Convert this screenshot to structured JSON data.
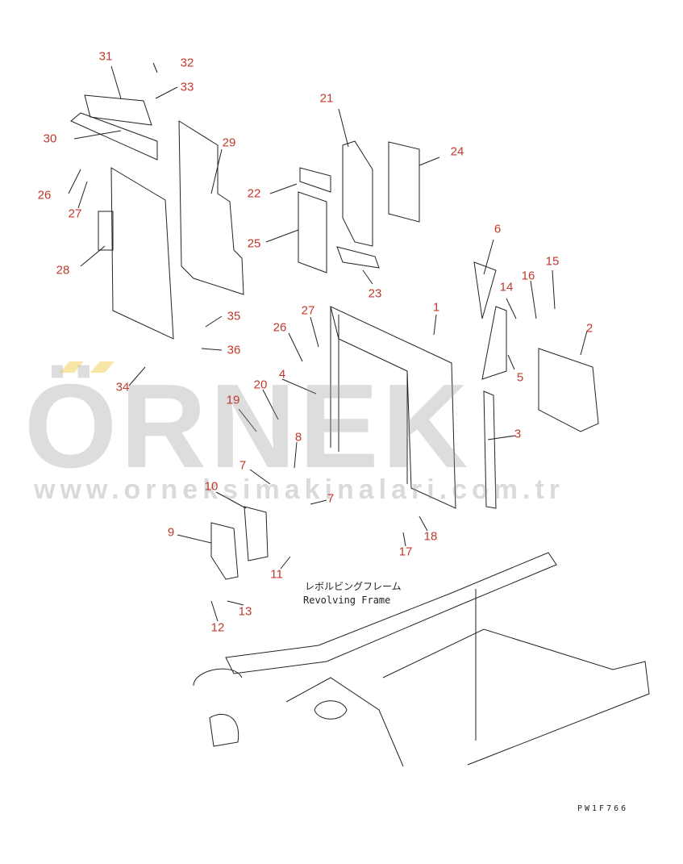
{
  "part_labels": [
    {
      "id": "label-31",
      "text": "31"
    },
    {
      "id": "label-32",
      "text": "32"
    },
    {
      "id": "label-33",
      "text": "33"
    },
    {
      "id": "label-30",
      "text": "30"
    },
    {
      "id": "label-29",
      "text": "29"
    },
    {
      "id": "label-26a",
      "text": "26"
    },
    {
      "id": "label-27a",
      "text": "27"
    },
    {
      "id": "label-28",
      "text": "28"
    },
    {
      "id": "label-35",
      "text": "35"
    },
    {
      "id": "label-36",
      "text": "36"
    },
    {
      "id": "label-34",
      "text": "34"
    },
    {
      "id": "label-21",
      "text": "21"
    },
    {
      "id": "label-24",
      "text": "24"
    },
    {
      "id": "label-22",
      "text": "22"
    },
    {
      "id": "label-25",
      "text": "25"
    },
    {
      "id": "label-23",
      "text": "23"
    },
    {
      "id": "label-6",
      "text": "6"
    },
    {
      "id": "label-15",
      "text": "15"
    },
    {
      "id": "label-16",
      "text": "16"
    },
    {
      "id": "label-14",
      "text": "14"
    },
    {
      "id": "label-1",
      "text": "1"
    },
    {
      "id": "label-27b",
      "text": "27"
    },
    {
      "id": "label-26b",
      "text": "26"
    },
    {
      "id": "label-2",
      "text": "2"
    },
    {
      "id": "label-5",
      "text": "5"
    },
    {
      "id": "label-4",
      "text": "4"
    },
    {
      "id": "label-20",
      "text": "20"
    },
    {
      "id": "label-19",
      "text": "19"
    },
    {
      "id": "label-8",
      "text": "8"
    },
    {
      "id": "label-3",
      "text": "3"
    },
    {
      "id": "label-7a",
      "text": "7"
    },
    {
      "id": "label-7b",
      "text": "7"
    },
    {
      "id": "label-10",
      "text": "10"
    },
    {
      "id": "label-9",
      "text": "9"
    },
    {
      "id": "label-11",
      "text": "11"
    },
    {
      "id": "label-17",
      "text": "17"
    },
    {
      "id": "label-18",
      "text": "18"
    },
    {
      "id": "label-13",
      "text": "13"
    },
    {
      "id": "label-12",
      "text": "12"
    }
  ],
  "caption": {
    "japanese": "レボルビングフレーム",
    "english": "Revolving Frame"
  },
  "drawing_code": "PW1F766",
  "watermark": {
    "brand": "ÖRNEK",
    "url": "www.orneksimakinalari.com.tr"
  },
  "colors": {
    "label": "#c0392b",
    "line": "#222222",
    "watermark": "#969696",
    "accent": "#f0c83c"
  }
}
